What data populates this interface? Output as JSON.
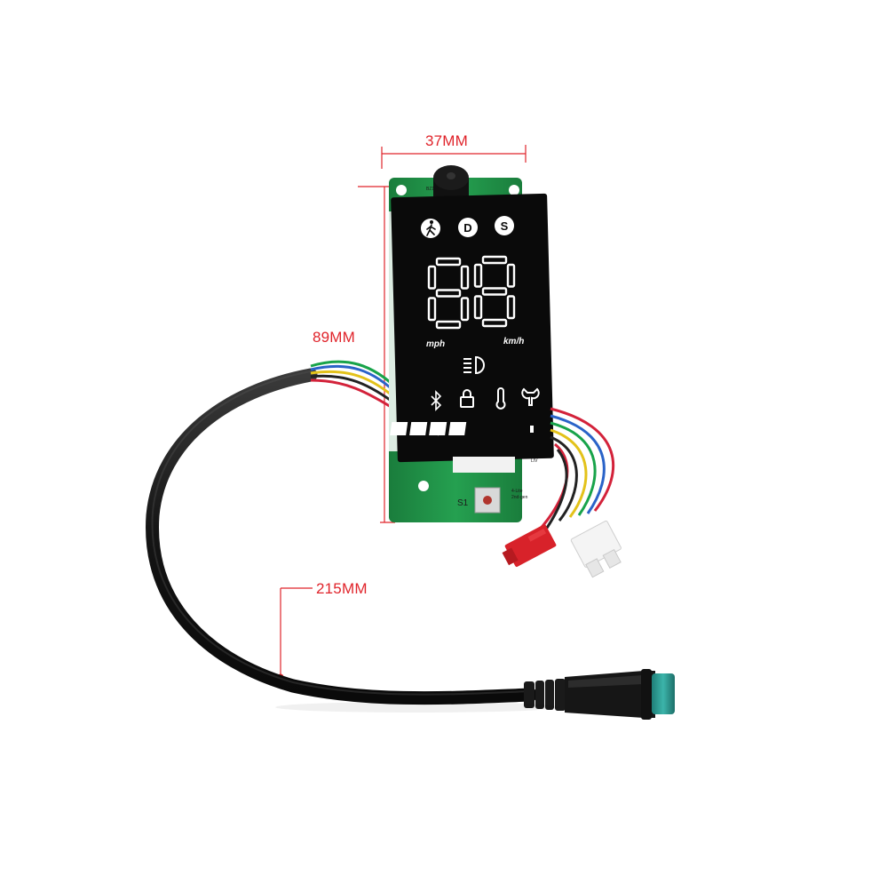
{
  "dimensions": {
    "width_label": "37MM",
    "height_label": "89MM",
    "cable_label": "215MM",
    "color": "#e0242b"
  },
  "display": {
    "mode_icons": [
      "walk-icon",
      "D",
      "S"
    ],
    "speed_digits": "88",
    "unit_left": "mph",
    "unit_right": "km/h",
    "status_icons": [
      "headlight-icon",
      "bluetooth-icon",
      "lock-icon",
      "temperature-icon",
      "wrench-icon"
    ],
    "battery_segments": 4,
    "battery_segments_total": 4
  },
  "board": {
    "button_label": "S1",
    "silk_top": "BZ1",
    "silk_side": "LIV",
    "silk_wire_1": "4-Lite",
    "silk_wire_2": "2nd-gen",
    "pcb_color": "#1f8f45",
    "lcd_color": "#0a0a0a"
  },
  "cable": {
    "sheath_color": "#161616",
    "connector_tip_color": "#2a9a92",
    "plug_colors": [
      "#d8222a",
      "#f2f2f2"
    ],
    "wire_colors": [
      "#d3223a",
      "#2a63c8",
      "#18a34a",
      "#e3c21a",
      "#222222"
    ]
  }
}
